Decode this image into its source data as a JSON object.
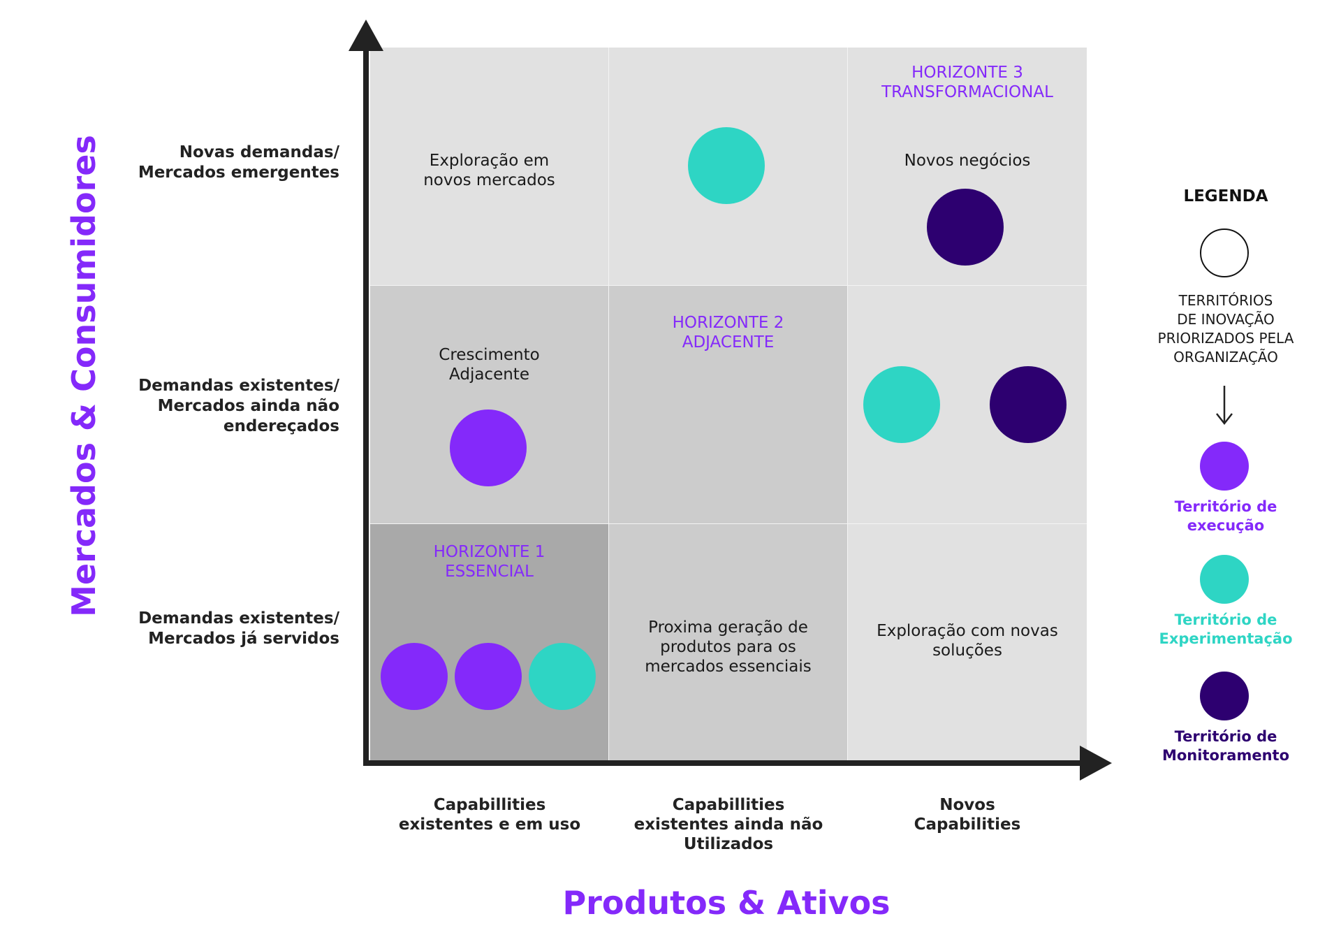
{
  "colors": {
    "execution": "#8429FA",
    "experimentation": "#2ED5C4",
    "monitoring": "#2D0070",
    "horizon_text": "#8429FA",
    "axis": "#222222",
    "cell_light": "#e1e1e1",
    "cell_mid": "#cccccc",
    "cell_dark": "#a9a9a9"
  },
  "y_axis_title": "Mercados & Consumidores",
  "x_axis_title": "Produtos & Ativos",
  "row_labels": [
    "Novas demandas/\nMercados emergentes",
    "Demandas existentes/\nMercados ainda não\nendereçados",
    "Demandas existentes/\nMercados já servidos"
  ],
  "column_labels": [
    "Capabillities\nexistentes e em uso",
    "Capabillities\nexistentes ainda não\nUtilizados",
    "Novos\nCapabilities"
  ],
  "cells": {
    "top_left": "Exploração em\nnovos mercados",
    "top_right": "Novos negócios",
    "mid_left": "Crescimento\nAdjacente",
    "bottom_center": "Proxima geração de\nprodutos para os\nmercados essenciais",
    "bottom_right": "Exploração com novas\nsoluções"
  },
  "horizons": {
    "h1": "HORIZONTE 1\nESSENCIAL",
    "h2": "HORIZONTE 2\nADJACENTE",
    "h3": "HORIZONTE 3\nTRANSFORMACIONAL"
  },
  "legend": {
    "title": "LEGENDA",
    "prioritized_text": "TERRITÓRIOS\nDE INOVAÇÃO\nPRIORIZADOS PELA\nORGANIZAÇÃO",
    "arrow_icon": "arrow-down-icon",
    "items": [
      {
        "label": "Território de\nexecução",
        "color": "#8429FA"
      },
      {
        "label": "Território de\nExperimentação",
        "color": "#2ED5C4"
      },
      {
        "label": "Território de\nMonitoramento",
        "color": "#2D0070"
      }
    ]
  }
}
